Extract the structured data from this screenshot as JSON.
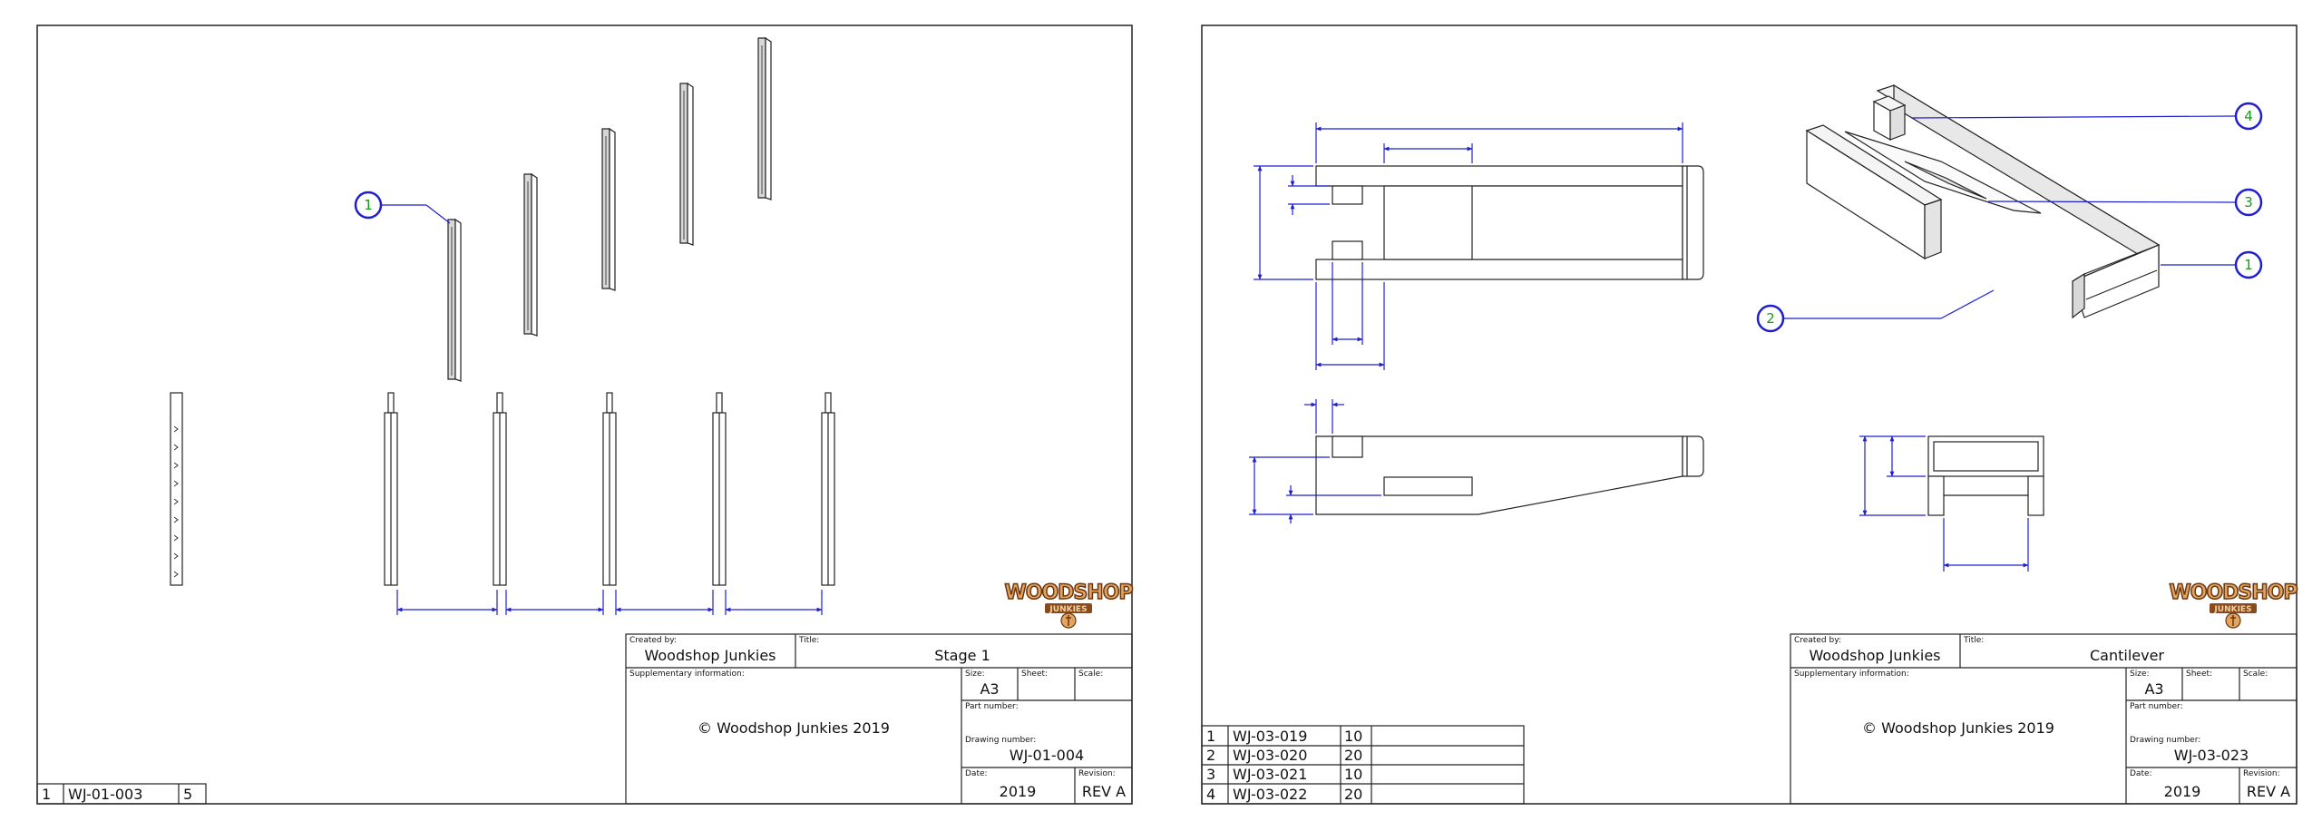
{
  "sheets": [
    {
      "title_block": {
        "created_by_label": "Created by:",
        "created_by": "Woodshop Junkies",
        "title_label": "Title:",
        "title": "Stage 1",
        "supplementary_label": "Supplementary information:",
        "copyright": "© Woodshop Junkies 2019",
        "size_label": "Size:",
        "size": "A3",
        "sheet_label": "Sheet:",
        "scale_label": "Scale:",
        "part_number_label": "Part number:",
        "drawing_number_label": "Drawing number:",
        "drawing_number": "WJ-01-004",
        "date_label": "Date:",
        "date": "2019",
        "revision_label": "Revision:",
        "revision": "REV A"
      },
      "bom": [
        {
          "item": "1",
          "part": "WJ-01-003",
          "qty": "5"
        }
      ],
      "balloons": [
        "1"
      ]
    },
    {
      "title_block": {
        "created_by_label": "Created by:",
        "created_by": "Woodshop Junkies",
        "title_label": "Title:",
        "title": "Cantilever",
        "supplementary_label": "Supplementary information:",
        "copyright": "© Woodshop Junkies 2019",
        "size_label": "Size:",
        "size": "A3",
        "sheet_label": "Sheet:",
        "scale_label": "Scale:",
        "part_number_label": "Part number:",
        "drawing_number_label": "Drawing number:",
        "drawing_number": "WJ-03-023",
        "date_label": "Date:",
        "date": "2019",
        "revision_label": "Revision:",
        "revision": "REV A"
      },
      "bom": [
        {
          "item": "1",
          "part": "WJ-03-019",
          "qty": "10"
        },
        {
          "item": "2",
          "part": "WJ-03-020",
          "qty": "20"
        },
        {
          "item": "3",
          "part": "WJ-03-021",
          "qty": "10"
        },
        {
          "item": "4",
          "part": "WJ-03-022",
          "qty": "20"
        }
      ],
      "balloons": [
        "4",
        "3",
        "1",
        "2"
      ]
    }
  ],
  "logo": {
    "line1": "WOODSHOP",
    "line2": "JUNKIES"
  },
  "colors": {
    "dimension": "#1f1fd0",
    "balloon_text": "#1a9a1a",
    "outline": "#222222",
    "logo_brown": "#8a4a1c",
    "logo_tan": "#e2a560"
  }
}
